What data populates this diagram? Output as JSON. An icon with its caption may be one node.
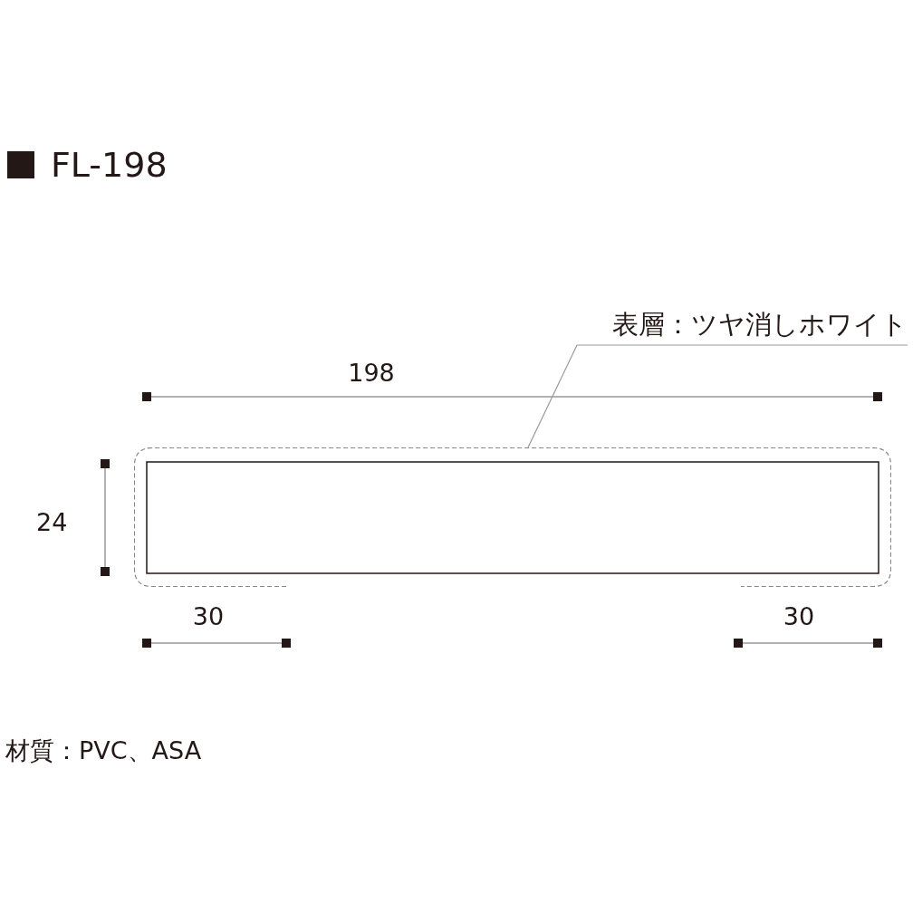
{
  "diagram": {
    "title": "FL-198",
    "nodes": [
      {
        "text": [
          "表層：ツヤ消しホワイト"
        ]
      },
      {
        "text": [],
        "shape": "box"
      }
    ],
    "edges": [
      {
        "from": 0,
        "to": 1,
        "arrow": "none"
      }
    ],
    "labels": [
      "198",
      "24",
      "30",
      "30",
      "材質：PVC、ASA"
    ]
  }
}
